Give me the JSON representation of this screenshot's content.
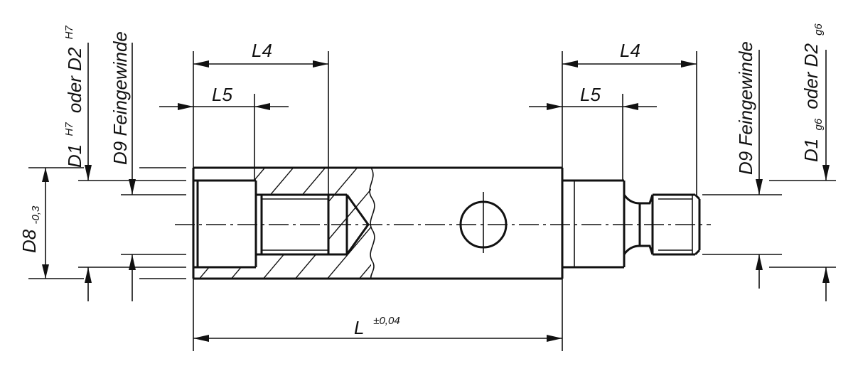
{
  "labels": {
    "l4": "L4",
    "l5": "L5",
    "l": "L",
    "l_tol": "±0,04",
    "d8": "D8",
    "d8_tol": "-0,3",
    "d9_feingewinde": "D9 Feingewinde",
    "left_d1": "D1",
    "left_h7_a": "H7",
    "left_oder_d2": "oder D2",
    "left_h7_b": "H7",
    "right_d1": "D1",
    "right_g6_a": "g6",
    "right_oder_d2": "oder D2",
    "right_g6_b": "g6"
  }
}
